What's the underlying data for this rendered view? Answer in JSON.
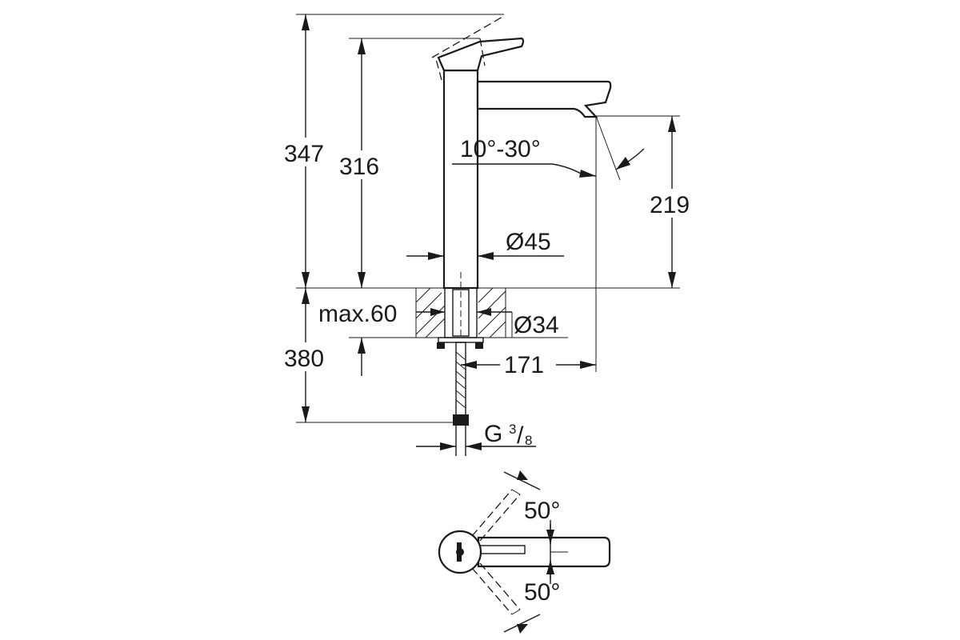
{
  "dimensions": {
    "total_height": "347",
    "spout_height": "316",
    "spout_outlet_height": "219",
    "swivel_angle_range": "10°-30°",
    "body_diameter": "Ø45",
    "max_deck_thickness": "max.60",
    "hole_diameter": "Ø34",
    "hose_length": "380",
    "spout_reach": "171",
    "connection_thread": "G",
    "connection_thread_fraction_num": "3",
    "connection_thread_fraction_den": "8",
    "lever_angle_upper": "50°",
    "lever_angle_lower": "50°"
  },
  "colors": {
    "line": "#1a1a1a",
    "background": "#ffffff"
  }
}
